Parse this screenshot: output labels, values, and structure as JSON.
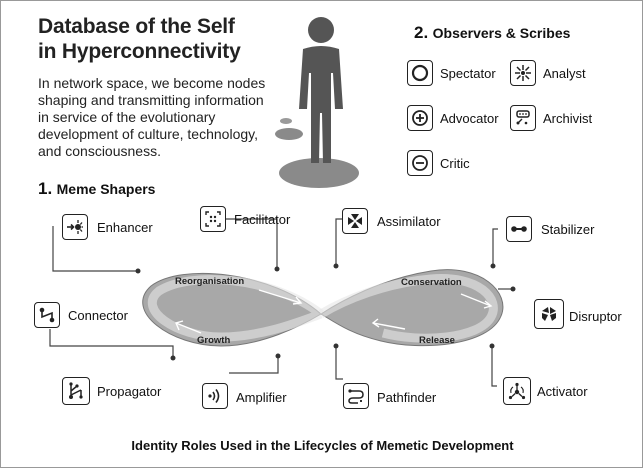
{
  "title": {
    "line1": "Database of the Self",
    "line2": "in Hyperconnectivity"
  },
  "description": {
    "line1": "In network space, we become nodes",
    "line2": "shaping and transmitting information",
    "line3": "in service of the evolutionary",
    "line4": "development of culture, technology,",
    "line5": "and consciousness."
  },
  "observers": {
    "number": "2.",
    "heading": "Observers & Scribes",
    "items": [
      {
        "label": "Spectator",
        "icon": "circle-icon"
      },
      {
        "label": "Analyst",
        "icon": "starburst-icon"
      },
      {
        "label": "Advocator",
        "icon": "plus-circle-icon"
      },
      {
        "label": "Archivist",
        "icon": "archive-icon"
      },
      {
        "label": "Critic",
        "icon": "minus-circle-icon"
      }
    ]
  },
  "meme_shapers": {
    "number": "1.",
    "heading": "Meme Shapers",
    "roles": {
      "enhancer": "Enhancer",
      "facilitator": "Facilitator",
      "assimilator": "Assimilator",
      "stabilizer": "Stabilizer",
      "connector": "Connector",
      "disruptor": "Disruptor",
      "propagator": "Propagator",
      "amplifier": "Amplifier",
      "pathfinder": "Pathfinder",
      "activator": "Activator"
    }
  },
  "cycle": {
    "reorganisation": "Reorganisation",
    "conservation": "Conservation",
    "growth": "Growth",
    "release": "Release"
  },
  "footer": "Identity Roles Used in the Lifecycles of Memetic Development"
}
